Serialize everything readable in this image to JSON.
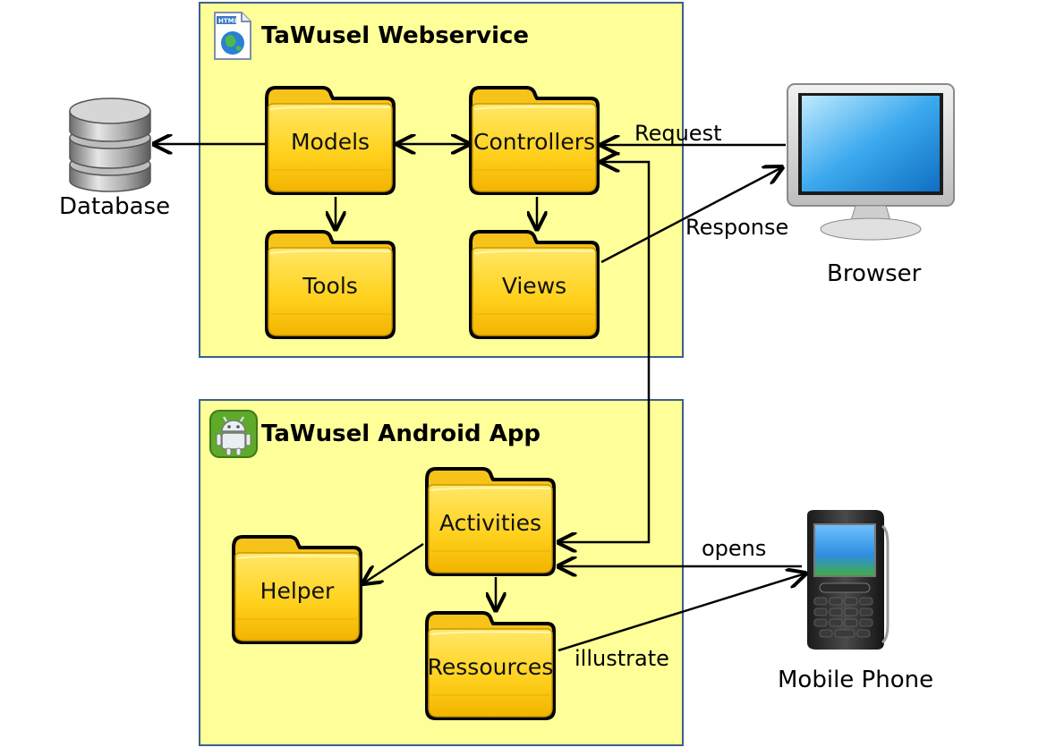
{
  "webservice": {
    "title": "TaWusel Webservice",
    "folders": {
      "models": "Models",
      "controllers": "Controllers",
      "tools": "Tools",
      "views": "Views"
    }
  },
  "android": {
    "title": "TaWusel Android App",
    "folders": {
      "activities": "Activities",
      "helper": "Helper",
      "ressources": "Ressources"
    }
  },
  "external": {
    "database": "Database",
    "browser": "Browser",
    "mobile_phone": "Mobile Phone"
  },
  "edge_labels": {
    "request": "Request",
    "response": "Response",
    "opens": "opens",
    "illustrate": "illustrate"
  },
  "colors": {
    "panel_fill": "#ffff99",
    "panel_border": "#3b5f8f",
    "folder_fill": "#ffd21f",
    "arrow": "#000000"
  },
  "icons": {
    "webservice": "html-file-icon",
    "android": "android-icon",
    "database": "database-icon",
    "browser": "monitor-icon",
    "phone": "blackberry-phone-icon"
  }
}
